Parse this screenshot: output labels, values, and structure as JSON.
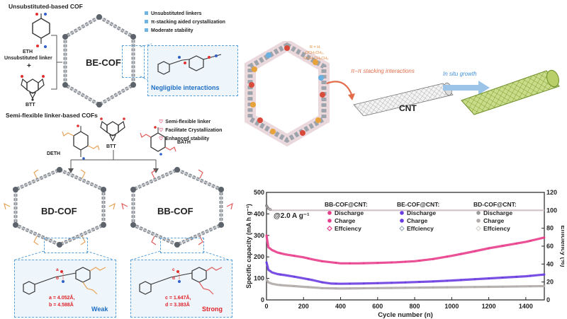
{
  "left_panel": {
    "unsub_title": "Unsubstituted-based COF",
    "eth_label": "ETH",
    "unsub_linker_label": "Unsubstituted linker",
    "plus": "+",
    "btt_label": "BTT",
    "be_cof": "BE-COF",
    "be_features": [
      "Unsubstituted linkers",
      "π-stacking aided crystallization",
      "Moderate stability"
    ],
    "negligible": "Negligible interactions",
    "semi_title": "Semi-flexible linker-based COFs",
    "semi_features": [
      "Semi-flexible linker",
      "Facilitate Crystallization",
      "Enhanced stability"
    ],
    "deth_label": "DETH",
    "btt_label2": "BTT",
    "bath_label": "BATH",
    "bd_cof": "BD-COF",
    "bb_cof": "BB-COF",
    "a_label": "a",
    "b_label": "b",
    "c_label": "c",
    "d_label": "d",
    "bd_a": "a = 4.052Å,",
    "bd_b": "b = 4.588Å",
    "bd_weak": "Weak",
    "bb_c": "c = 1.647Å,",
    "bb_d": "d = 3.383Å",
    "bb_strong": "Strong"
  },
  "top_right": {
    "r_line1": "R = H,",
    "r_line2": "-OCH₂CH₃,",
    "r_line3": "-OCH₂CH₂CH₃",
    "pi_label": "π–π stacking interactions",
    "insitu_label": "In situ growth",
    "cnt_label": "CNT"
  },
  "colors": {
    "dashed_box": "#5aa0d8",
    "negligible_text": "#1f6fc4",
    "weak_text": "#1f6fc4",
    "strong_text": "#e0242a",
    "pi_text": "#e36d4a",
    "insitu_text": "#3f8fd4",
    "discharge_bb": "#e83e8c",
    "charge_be": "#6a3de0",
    "charge_bd": "#b0aaa8",
    "cnt_green": "#8cb03a"
  },
  "chart_data": {
    "type": "scatter",
    "condition_label": "@2.0 A g⁻¹",
    "xlabel": "Cycle number (n)",
    "ylabel_left": "Specific capacity (mA h g⁻¹)",
    "ylabel_right": "Efficiency (%)",
    "xlim": [
      0,
      1500
    ],
    "ylim_left": [
      0,
      500
    ],
    "ylim_right": [
      0,
      120
    ],
    "x_ticks": [
      "0",
      "200",
      "400",
      "600",
      "800",
      "1000",
      "1200",
      "1400"
    ],
    "y_ticks_left": [
      "0",
      "100",
      "200",
      "300",
      "400",
      "500"
    ],
    "y_ticks_right": [
      "0",
      "20",
      "40",
      "60",
      "80",
      "100",
      "120"
    ],
    "legend_groups": [
      {
        "title": "BB-COF@CNT:",
        "entries": [
          "Discharge",
          "Charge",
          "Effciency"
        ]
      },
      {
        "title": "BE-COF@CNT:",
        "entries": [
          "Discharge",
          "Charge",
          "Effciency"
        ]
      },
      {
        "title": "BD-COF@CNT:",
        "entries": [
          "Discharge",
          "Charge",
          "Effciency"
        ]
      }
    ],
    "series": [
      {
        "group": "BB-COF@CNT",
        "kind": "capacity",
        "x": [
          0,
          10,
          30,
          60,
          100,
          150,
          200,
          250,
          300,
          350,
          400,
          500,
          600,
          700,
          800,
          900,
          1000,
          1100,
          1200,
          1300,
          1400,
          1500
        ],
        "values": [
          300,
          245,
          232,
          220,
          212,
          205,
          198,
          188,
          180,
          175,
          170,
          170,
          172,
          175,
          180,
          190,
          205,
          222,
          240,
          255,
          270,
          290
        ]
      },
      {
        "group": "BE-COF@CNT",
        "kind": "capacity",
        "x": [
          0,
          10,
          30,
          60,
          100,
          150,
          200,
          250,
          300,
          350,
          400,
          500,
          600,
          700,
          800,
          900,
          1000,
          1100,
          1200,
          1300,
          1400,
          1500
        ],
        "values": [
          175,
          140,
          128,
          120,
          115,
          108,
          100,
          92,
          82,
          76,
          75,
          76,
          78,
          80,
          83,
          86,
          90,
          95,
          100,
          105,
          110,
          118
        ]
      },
      {
        "group": "BD-COF@CNT",
        "kind": "capacity",
        "x": [
          0,
          10,
          30,
          60,
          100,
          150,
          200,
          250,
          300,
          350,
          400,
          500,
          600,
          700,
          800,
          900,
          1000,
          1100,
          1200,
          1300,
          1400,
          1500
        ],
        "values": [
          95,
          82,
          75,
          70,
          67,
          64,
          61,
          58,
          55,
          54,
          53,
          54,
          55,
          56,
          57,
          58,
          59,
          60,
          61,
          62,
          63,
          64
        ]
      },
      {
        "group": "all",
        "kind": "efficiency",
        "x": [
          0,
          10,
          30,
          60,
          100,
          200,
          400,
          600,
          800,
          1000,
          1200,
          1400,
          1500
        ],
        "values": [
          105,
          102,
          100,
          100,
          100,
          100,
          100,
          100,
          100,
          100,
          100,
          100,
          100
        ]
      }
    ]
  }
}
